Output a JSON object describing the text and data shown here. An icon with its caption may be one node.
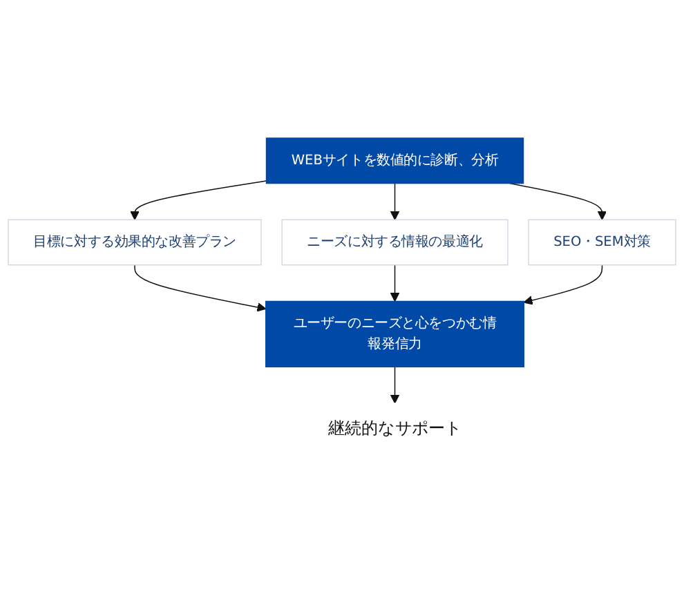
{
  "diagram": {
    "nodes": [
      {
        "text": [
          "WEBサイトを数値的に診断、分析"
        ]
      },
      {
        "text": [
          "目標に対する効果的な改善プラン"
        ]
      },
      {
        "text": [
          "ニーズに対する情報の最適化"
        ]
      },
      {
        "text": [
          "SEO・SEM対策"
        ]
      },
      {
        "text": [
          "ユーザーのニーズと心をつかむ情報発信力"
        ]
      },
      {
        "text": [
          "継続的なサポート"
        ]
      }
    ],
    "edges": [
      {
        "from": 0,
        "to": 1,
        "arrow": "to"
      },
      {
        "from": 0,
        "to": 2,
        "arrow": "to"
      },
      {
        "from": 0,
        "to": 3,
        "arrow": "to"
      },
      {
        "from": 1,
        "to": 4,
        "arrow": "to"
      },
      {
        "from": 2,
        "to": 4,
        "arrow": "to"
      },
      {
        "from": 3,
        "to": 4,
        "arrow": "to"
      },
      {
        "from": 4,
        "to": 5,
        "arrow": "to"
      }
    ]
  }
}
